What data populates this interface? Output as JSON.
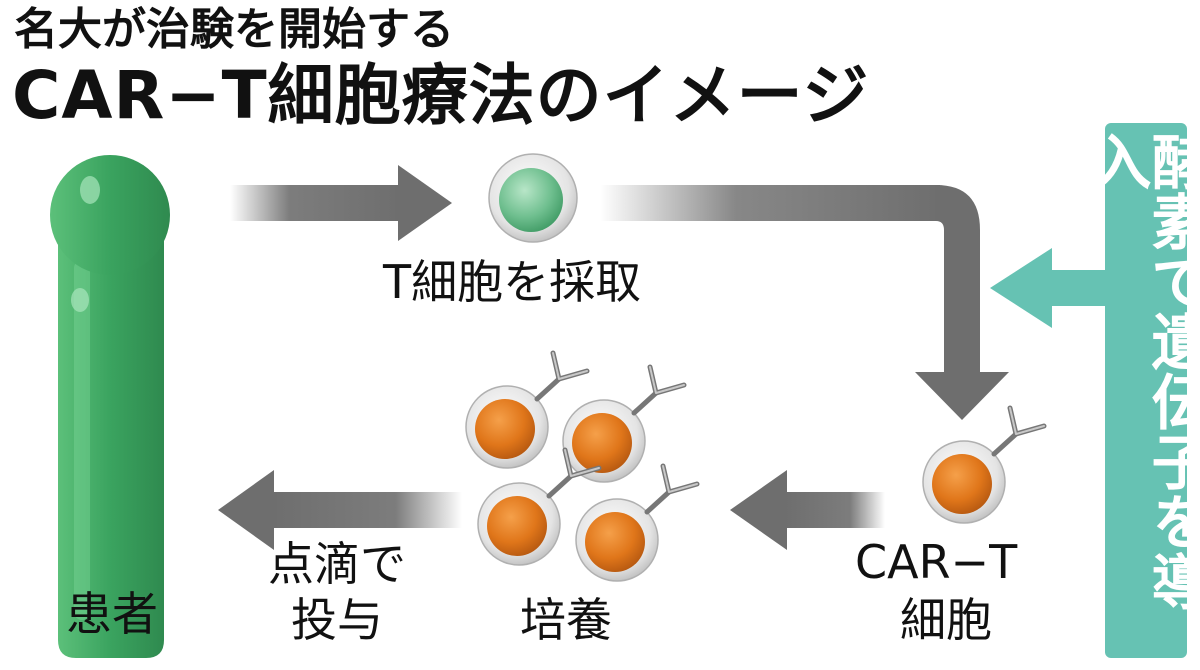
{
  "title": {
    "subtitle": "名大が治験を開始する",
    "main": "CAR−T細胞療法のイメージ"
  },
  "labels": {
    "collect": "T細胞を採取",
    "patient": "患者",
    "administer_line1": "点滴で",
    "administer_line2": "投与",
    "culture": "培養",
    "car_t_line1": "CAR−T",
    "car_t_line2": "細胞",
    "gene_transfer": "酵素で遺伝子を導入"
  },
  "colors": {
    "patient_green": "#3aa35f",
    "tcell_green": "#6fbf8f",
    "car_t_orange": "#e0761a",
    "arrow_gray": "#6e6e6e",
    "side_teal": "#66c2b3"
  }
}
